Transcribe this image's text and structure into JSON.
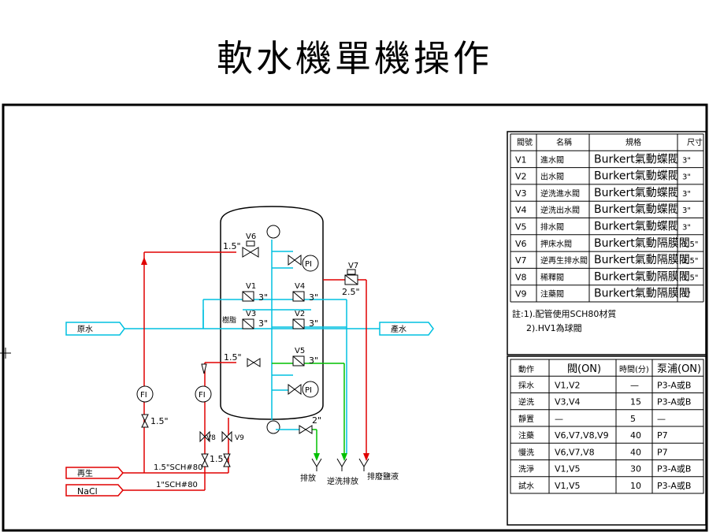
{
  "title": "軟水機單機操作",
  "diagram": {
    "inlets": {
      "feed": "原水",
      "product": "產水",
      "regen": "再生",
      "nacl": "NaCl"
    },
    "valve_tags": {
      "v1": "V1",
      "v2": "V2",
      "v3": "V3",
      "v4": "V4",
      "v5": "V5",
      "v6": "V6",
      "v7": "V7",
      "v8": "V8",
      "v9": "V9"
    },
    "sizes": {
      "v1": "3\"",
      "v2": "3\"",
      "v3": "3\"",
      "v4": "3\"",
      "v5": "3\"",
      "v6": "1.5\"",
      "v7": "2.5\"",
      "v8": "1.5\"",
      "v9": "1.5\"",
      "bottom": "2\"",
      "fi_left": "1.5\""
    },
    "pipes": {
      "sch1": "1.5\"SCH#80",
      "sch2": "1\"SCH#80"
    },
    "gauges": {
      "pi": "PI",
      "fi": "FI"
    },
    "labels": {
      "resin": "樹脂",
      "drain": "排放",
      "back_drain": "逆洗排放",
      "waste": "排廢鹽液"
    }
  },
  "valve_table": {
    "headers": [
      "閥號",
      "名稱",
      "規格",
      "尺寸"
    ],
    "rows": [
      [
        "V1",
        "進水閥",
        "Burkert氣動蝶閥",
        "3\""
      ],
      [
        "V2",
        "出水閥",
        "Burkert氣動蝶閥",
        "3\""
      ],
      [
        "V3",
        "逆洗進水閥",
        "Burkert氣動蝶閥",
        "3\""
      ],
      [
        "V4",
        "逆洗出水閥",
        "Burkert氣動蝶閥",
        "3\""
      ],
      [
        "V5",
        "排水閥",
        "Burkert氣動蝶閥",
        "3\""
      ],
      [
        "V6",
        "押床水閥",
        "Burkert氣動隔膜閥",
        "1.5\""
      ],
      [
        "V7",
        "逆再生排水閥",
        "Burkert氣動隔膜閥",
        "2.5\""
      ],
      [
        "V8",
        "稀釋閥",
        "Burkert氣動隔膜閥",
        "1.5\""
      ],
      [
        "V9",
        "注藥閥",
        "Burkert氣動隔膜閥",
        "1\""
      ]
    ],
    "notes": [
      "註:1).配管使用SCH80材質",
      "2).HV1為球閥"
    ]
  },
  "op_table": {
    "headers": [
      "動作",
      "閥(ON)",
      "時間(分)",
      "泵浦(ON)"
    ],
    "rows": [
      [
        "採水",
        "V1,V2",
        "—",
        "P3-A或B"
      ],
      [
        "逆洗",
        "V3,V4",
        "15",
        "P3-A或B"
      ],
      [
        "靜置",
        "—",
        "5",
        "—"
      ],
      [
        "注藥",
        "V6,V7,V8,V9",
        "40",
        "P7"
      ],
      [
        "慢洗",
        "V6,V7,V8",
        "40",
        "P7"
      ],
      [
        "洗淨",
        "V1,V5",
        "30",
        "P3-A或B"
      ],
      [
        "試水",
        "V1,V5",
        "10",
        "P3-A或B"
      ]
    ]
  }
}
